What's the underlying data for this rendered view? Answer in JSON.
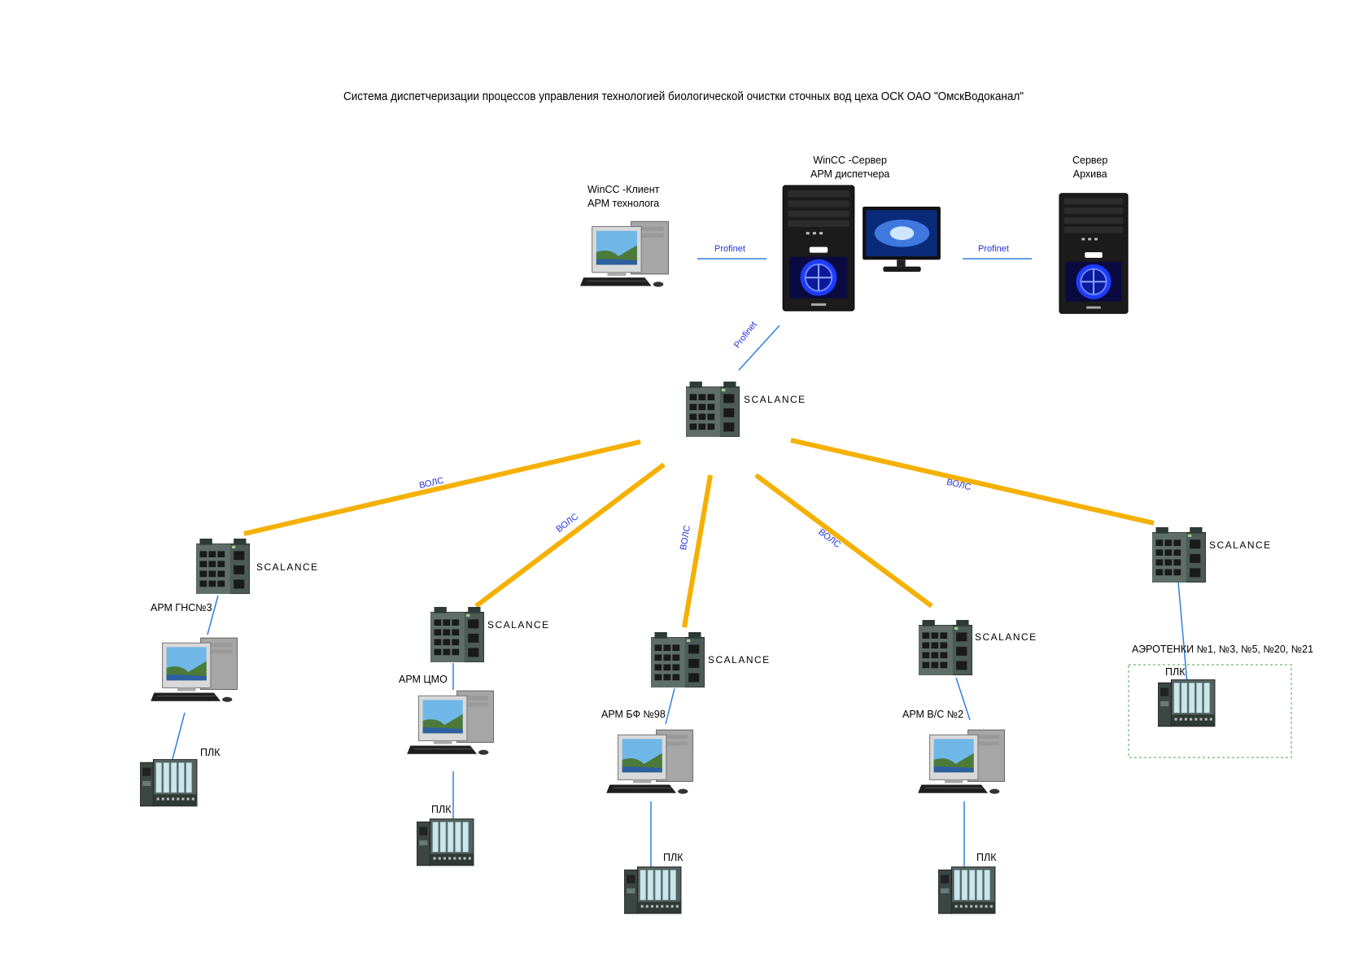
{
  "title": "Система диспетчеризации процессов управления технологией биологической очистки сточных вод цеха ОСК ОАО \"ОмскВодоканал\"",
  "colors": {
    "fiber_link": "#f5b000",
    "profinet_link": "#2f7fe0",
    "link_label": "#2233dd",
    "plc_group_border": "#4aa84a"
  },
  "top": {
    "client": {
      "line1": "WinCC -Клиент",
      "line2": "АРМ технолога"
    },
    "server": {
      "line1": "WinCC -Сервер",
      "line2": "АРМ диспетчера"
    },
    "archive": {
      "line1": "Сервер",
      "line2": "Архива"
    },
    "profinet_left": "Profinet",
    "profinet_right": "Profinet",
    "profinet_down": "Profinet"
  },
  "central_switch": {
    "label": "SCALANCE",
    "icon": "switch-icon"
  },
  "fiber_label": "ВОЛС",
  "branches": [
    {
      "switch_label": "SCALANCE",
      "arm_label": "АРМ ГНС№3",
      "plc_label": "ПЛК"
    },
    {
      "switch_label": "SCALANCE",
      "arm_label": "АРМ ЦМО",
      "plc_label": "ПЛК"
    },
    {
      "switch_label": "SCALANCE",
      "arm_label": "АРМ БФ №98",
      "plc_label": "ПЛК"
    },
    {
      "switch_label": "SCALANCE",
      "arm_label": "АРМ В/С №2",
      "plc_label": "ПЛК"
    },
    {
      "switch_label": "SCALANCE",
      "group_label": "АЭРОТЕНКИ №1, №3, №5, №20, №21",
      "plc_label": "ПЛК"
    }
  ]
}
